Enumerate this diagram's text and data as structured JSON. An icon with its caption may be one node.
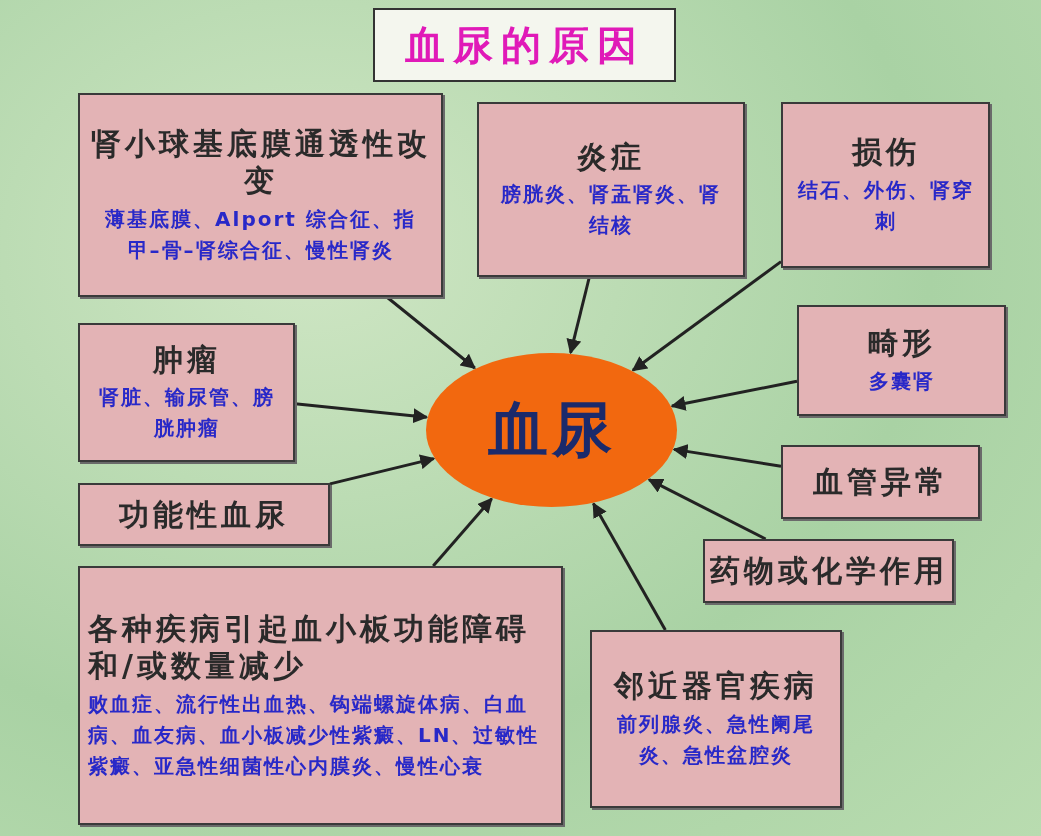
{
  "diagram": {
    "title": "血尿的原因",
    "nodes": [
      {
        "text": [
          "血尿"
        ]
      },
      {
        "text": [
          "肾小球基底膜通透性改变",
          "薄基底膜、Alport 综合征、指甲–骨–肾综合征、慢性肾炎"
        ]
      },
      {
        "text": [
          "炎症",
          "膀胱炎、肾盂肾炎、肾结核"
        ]
      },
      {
        "text": [
          "损伤",
          "结石、外伤、肾穿刺"
        ]
      },
      {
        "text": [
          "肿瘤",
          "肾脏、输尿管、膀胱肿瘤"
        ]
      },
      {
        "text": [
          "畸形",
          "多囊肾"
        ]
      },
      {
        "text": [
          "功能性血尿"
        ]
      },
      {
        "text": [
          "血管异常"
        ]
      },
      {
        "text": [
          "药物或化学作用"
        ]
      },
      {
        "text": [
          "各种疾病引起血小板功能障碍和/或数量减少",
          "败血症、流行性出血热、钩端螺旋体病、白血病、血友病、血小板减少性紫癜、LN、过敏性紫癜、亚急性细菌性心内膜炎、慢性心衰"
        ]
      },
      {
        "text": [
          "邻近器官疾病",
          "前列腺炎、急性阑尾炎、急性盆腔炎"
        ]
      }
    ],
    "edges": [
      {
        "from": 1,
        "to": 0,
        "arrow": "to"
      },
      {
        "from": 2,
        "to": 0,
        "arrow": "to"
      },
      {
        "from": 3,
        "to": 0,
        "arrow": "to"
      },
      {
        "from": 4,
        "to": 0,
        "arrow": "to"
      },
      {
        "from": 5,
        "to": 0,
        "arrow": "to"
      },
      {
        "from": 6,
        "to": 0,
        "arrow": "to"
      },
      {
        "from": 7,
        "to": 0,
        "arrow": "to"
      },
      {
        "from": 8,
        "to": 0,
        "arrow": "to"
      },
      {
        "from": 9,
        "to": 0,
        "arrow": "to"
      },
      {
        "from": 10,
        "to": 0,
        "arrow": "to"
      }
    ]
  }
}
